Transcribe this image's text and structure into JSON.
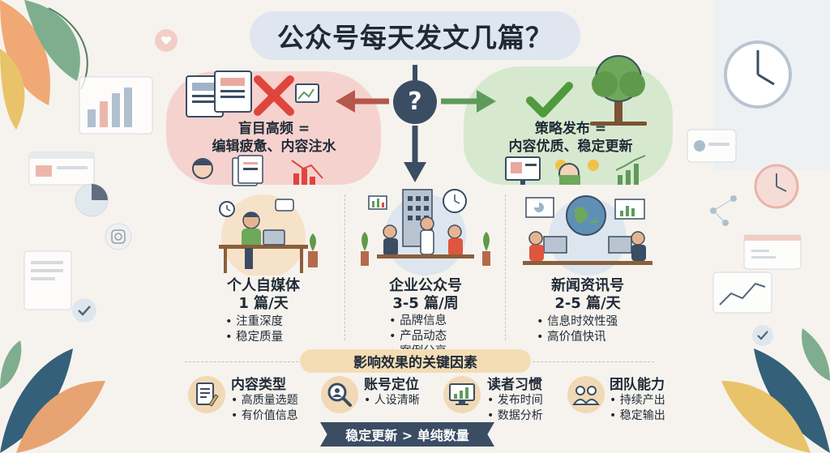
{
  "title": "公众号每天发文几篇？",
  "center_symbol": "?",
  "left_block": {
    "line1": "盲目高频 =",
    "line2": "编辑疲惫、内容注水"
  },
  "right_block": {
    "line1": "策略发布 =",
    "line2": "内容优质、稳定更新"
  },
  "columns": [
    {
      "name": "个人自媒体",
      "rate": "1 篇/天",
      "points": [
        "注重深度",
        "稳定质量"
      ]
    },
    {
      "name": "企业公众号",
      "rate": "3-5 篇/周",
      "points": [
        "品牌信息",
        "产品动态",
        "案例分享"
      ]
    },
    {
      "name": "新闻资讯号",
      "rate": "2-5 篇/天",
      "points": [
        "信息时效性强",
        "高价值快讯"
      ]
    }
  ],
  "factors_header": "影响效果的关键因素",
  "factors": [
    {
      "name": "内容类型",
      "icon": "document-edit-icon",
      "points": [
        "高质量选题",
        "有价值信息"
      ]
    },
    {
      "name": "账号定位",
      "icon": "magnifier-person-icon",
      "points": [
        "人设清晰"
      ]
    },
    {
      "name": "读者习惯",
      "icon": "chart-monitor-icon",
      "points": [
        "发布时间",
        "数据分析"
      ]
    },
    {
      "name": "团队能力",
      "icon": "team-icon",
      "points": [
        "持续产出",
        "稳定输出"
      ]
    }
  ],
  "banner": "稳定更新 > 单纯数量",
  "colors": {
    "navy": "#3a4d63",
    "bad_arrow": "#b5574a",
    "good_arrow": "#5f9a5a",
    "cross": "#e0453d",
    "check": "#4f9a3c",
    "title_pill": "#dfe6ef",
    "bad_blob": "#f6d2cf",
    "good_blob": "#d6e9cf",
    "factor_bar": "#f4ddb5"
  }
}
